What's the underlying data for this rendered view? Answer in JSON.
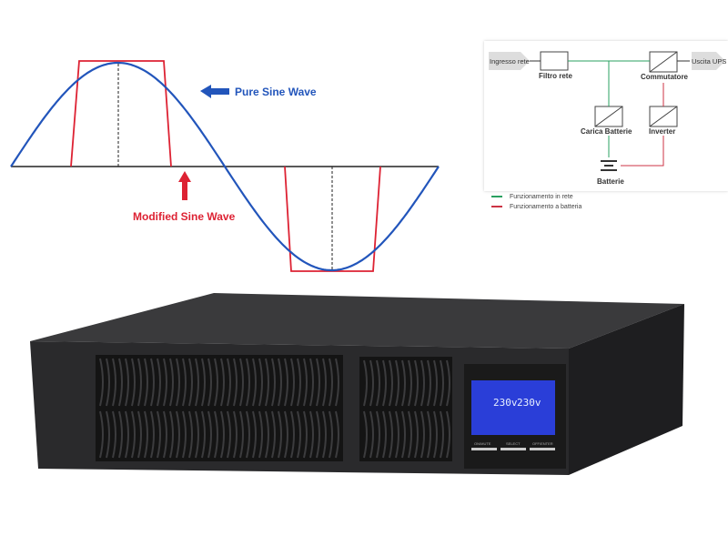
{
  "waves": {
    "pure_label": "Pure Sine Wave",
    "modified_label": "Modified Sine Wave",
    "colors": {
      "pure": "#2255bb",
      "modified": "#dd2233"
    }
  },
  "diagram": {
    "input": "Ingresso rete",
    "output": "Uscita UPS",
    "blocks": [
      "Filtro rete",
      "Commutatore",
      "Carica Batterie",
      "Inverter",
      "Batterie"
    ],
    "legend": [
      {
        "label": "Funzionamento in rete",
        "color": "#2aa060"
      },
      {
        "label": "Funzionamento a batteria",
        "color": "#cc3344"
      }
    ]
  },
  "ups": {
    "lcd": {
      "input_voltage": "230v",
      "output_voltage": "230v"
    },
    "buttons": [
      "ON/MUTE",
      "SELECT",
      "OFF/ENTER"
    ]
  }
}
